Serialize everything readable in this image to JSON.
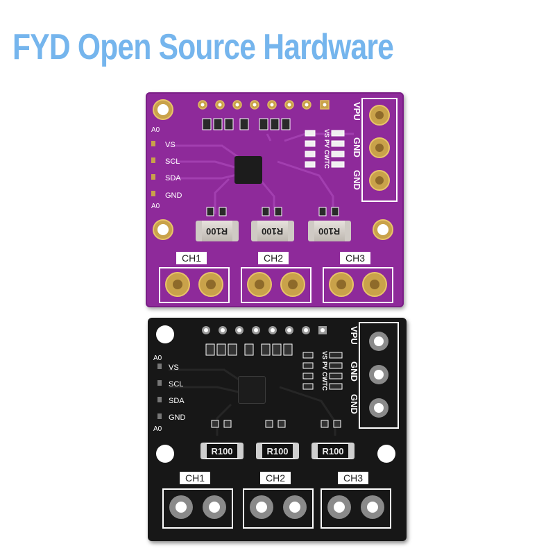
{
  "watermark": {
    "text": "FYD Open Source Hardware",
    "color": "#5ea9ea"
  },
  "boards": [
    {
      "color": "purple",
      "hex": "#8e2a9a",
      "left_labels": [
        "A0",
        "VS",
        "SCL",
        "SDA",
        "GND",
        "A0"
      ],
      "right_labels": [
        "VPU",
        "GND",
        "GND"
      ],
      "led_labels": [
        "V",
        "S",
        "P",
        "V",
        "C",
        "W",
        "T",
        "C"
      ],
      "resistor_marking": "R100",
      "channels": [
        "CH1",
        "CH2",
        "CH3"
      ]
    },
    {
      "color": "black",
      "hex": "#171717",
      "left_labels": [
        "A0",
        "VS",
        "SCL",
        "SDA",
        "GND",
        "A0"
      ],
      "right_labels": [
        "VPU",
        "GND",
        "GND"
      ],
      "led_labels": [
        "V",
        "S",
        "P",
        "V",
        "C",
        "W",
        "T",
        "C"
      ],
      "resistor_marking": "R100",
      "channels": [
        "CH1",
        "CH2",
        "CH3"
      ]
    }
  ]
}
